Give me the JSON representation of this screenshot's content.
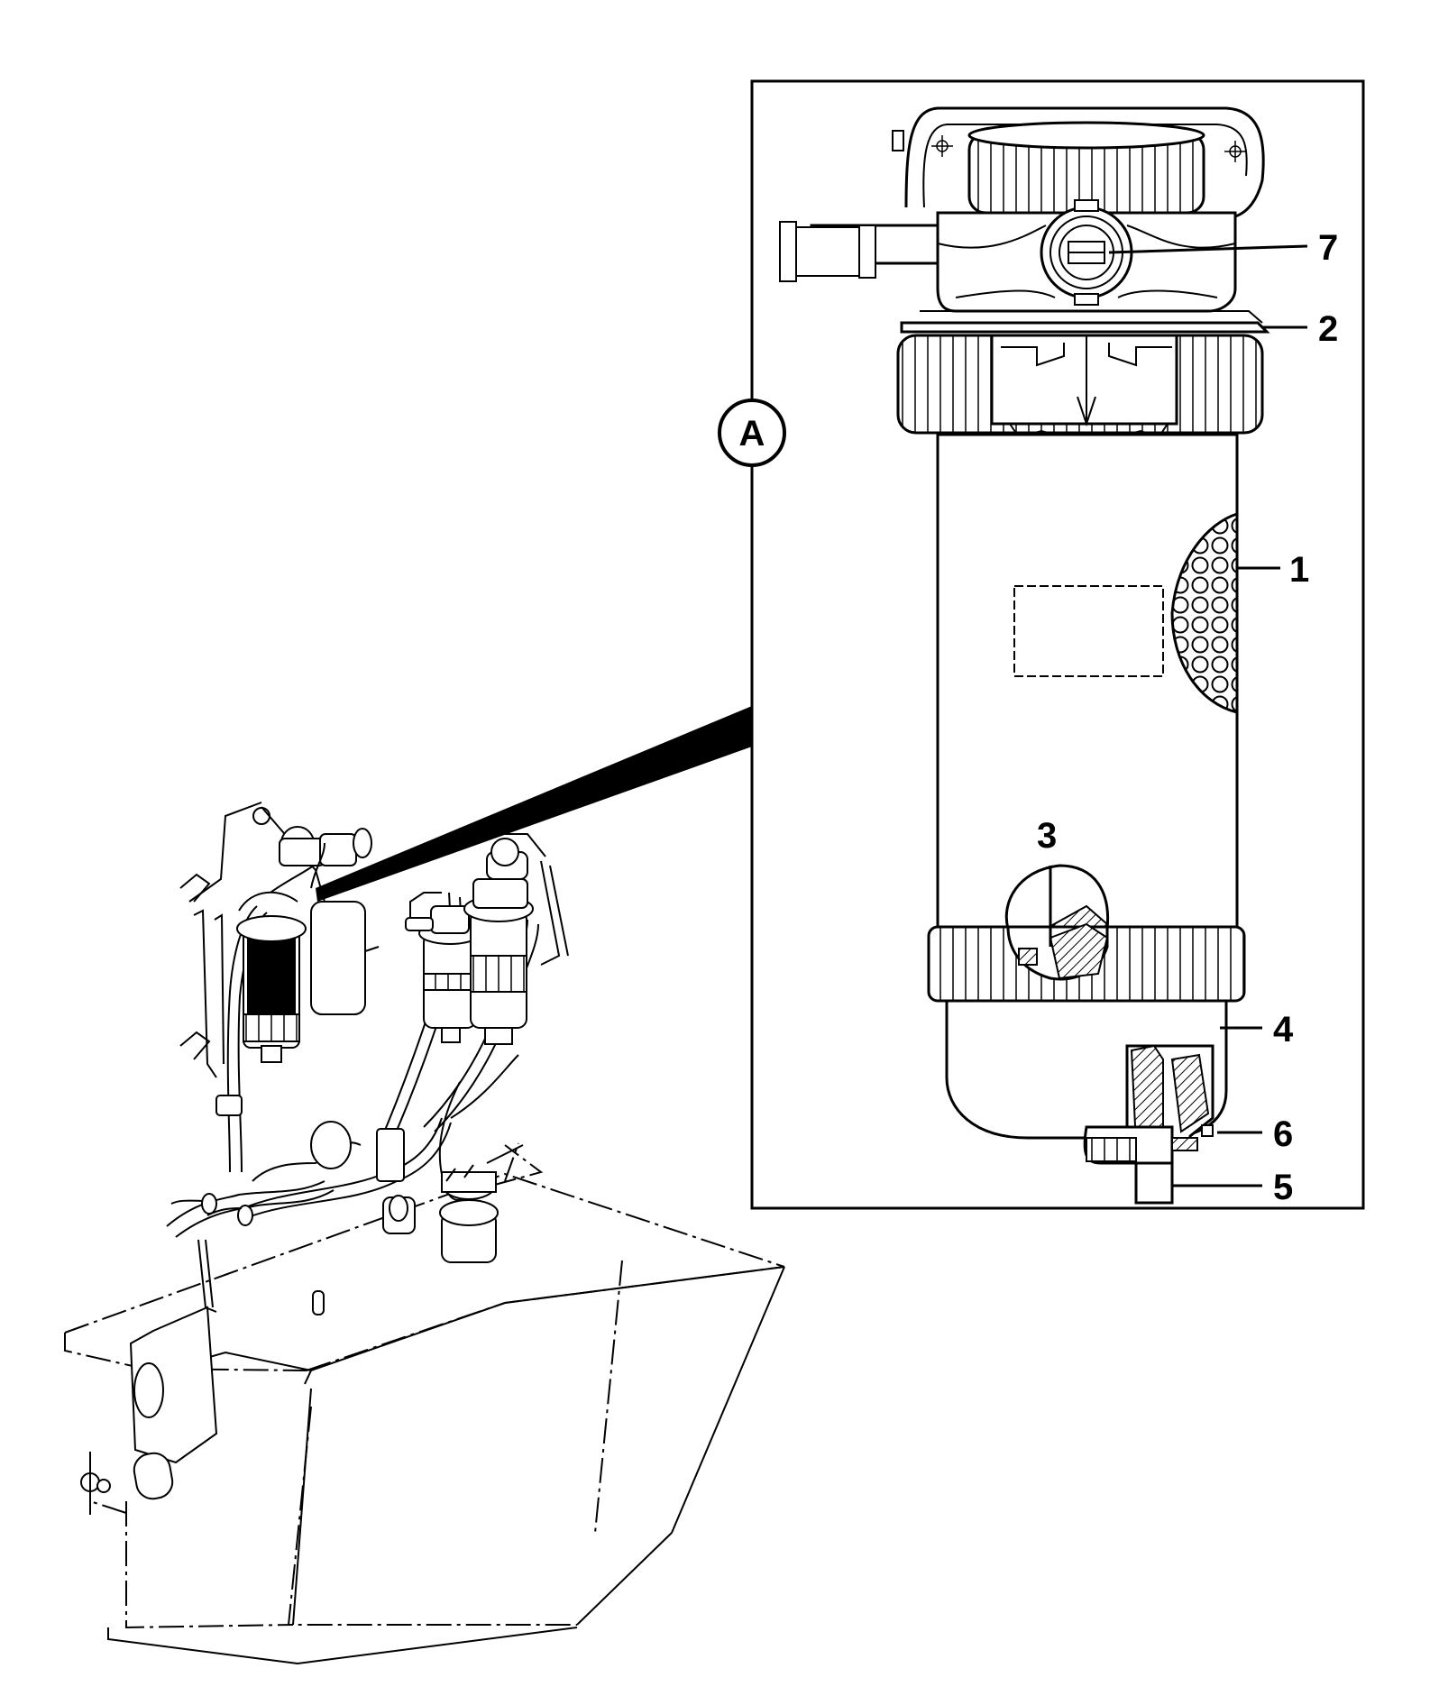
{
  "detail_view": {
    "marker": "A"
  },
  "callouts": [
    {
      "id": "1",
      "label": "1"
    },
    {
      "id": "2",
      "label": "2"
    },
    {
      "id": "3",
      "label": "3"
    },
    {
      "id": "4",
      "label": "4"
    },
    {
      "id": "5",
      "label": "5"
    },
    {
      "id": "6",
      "label": "6"
    },
    {
      "id": "7",
      "label": "7"
    }
  ]
}
